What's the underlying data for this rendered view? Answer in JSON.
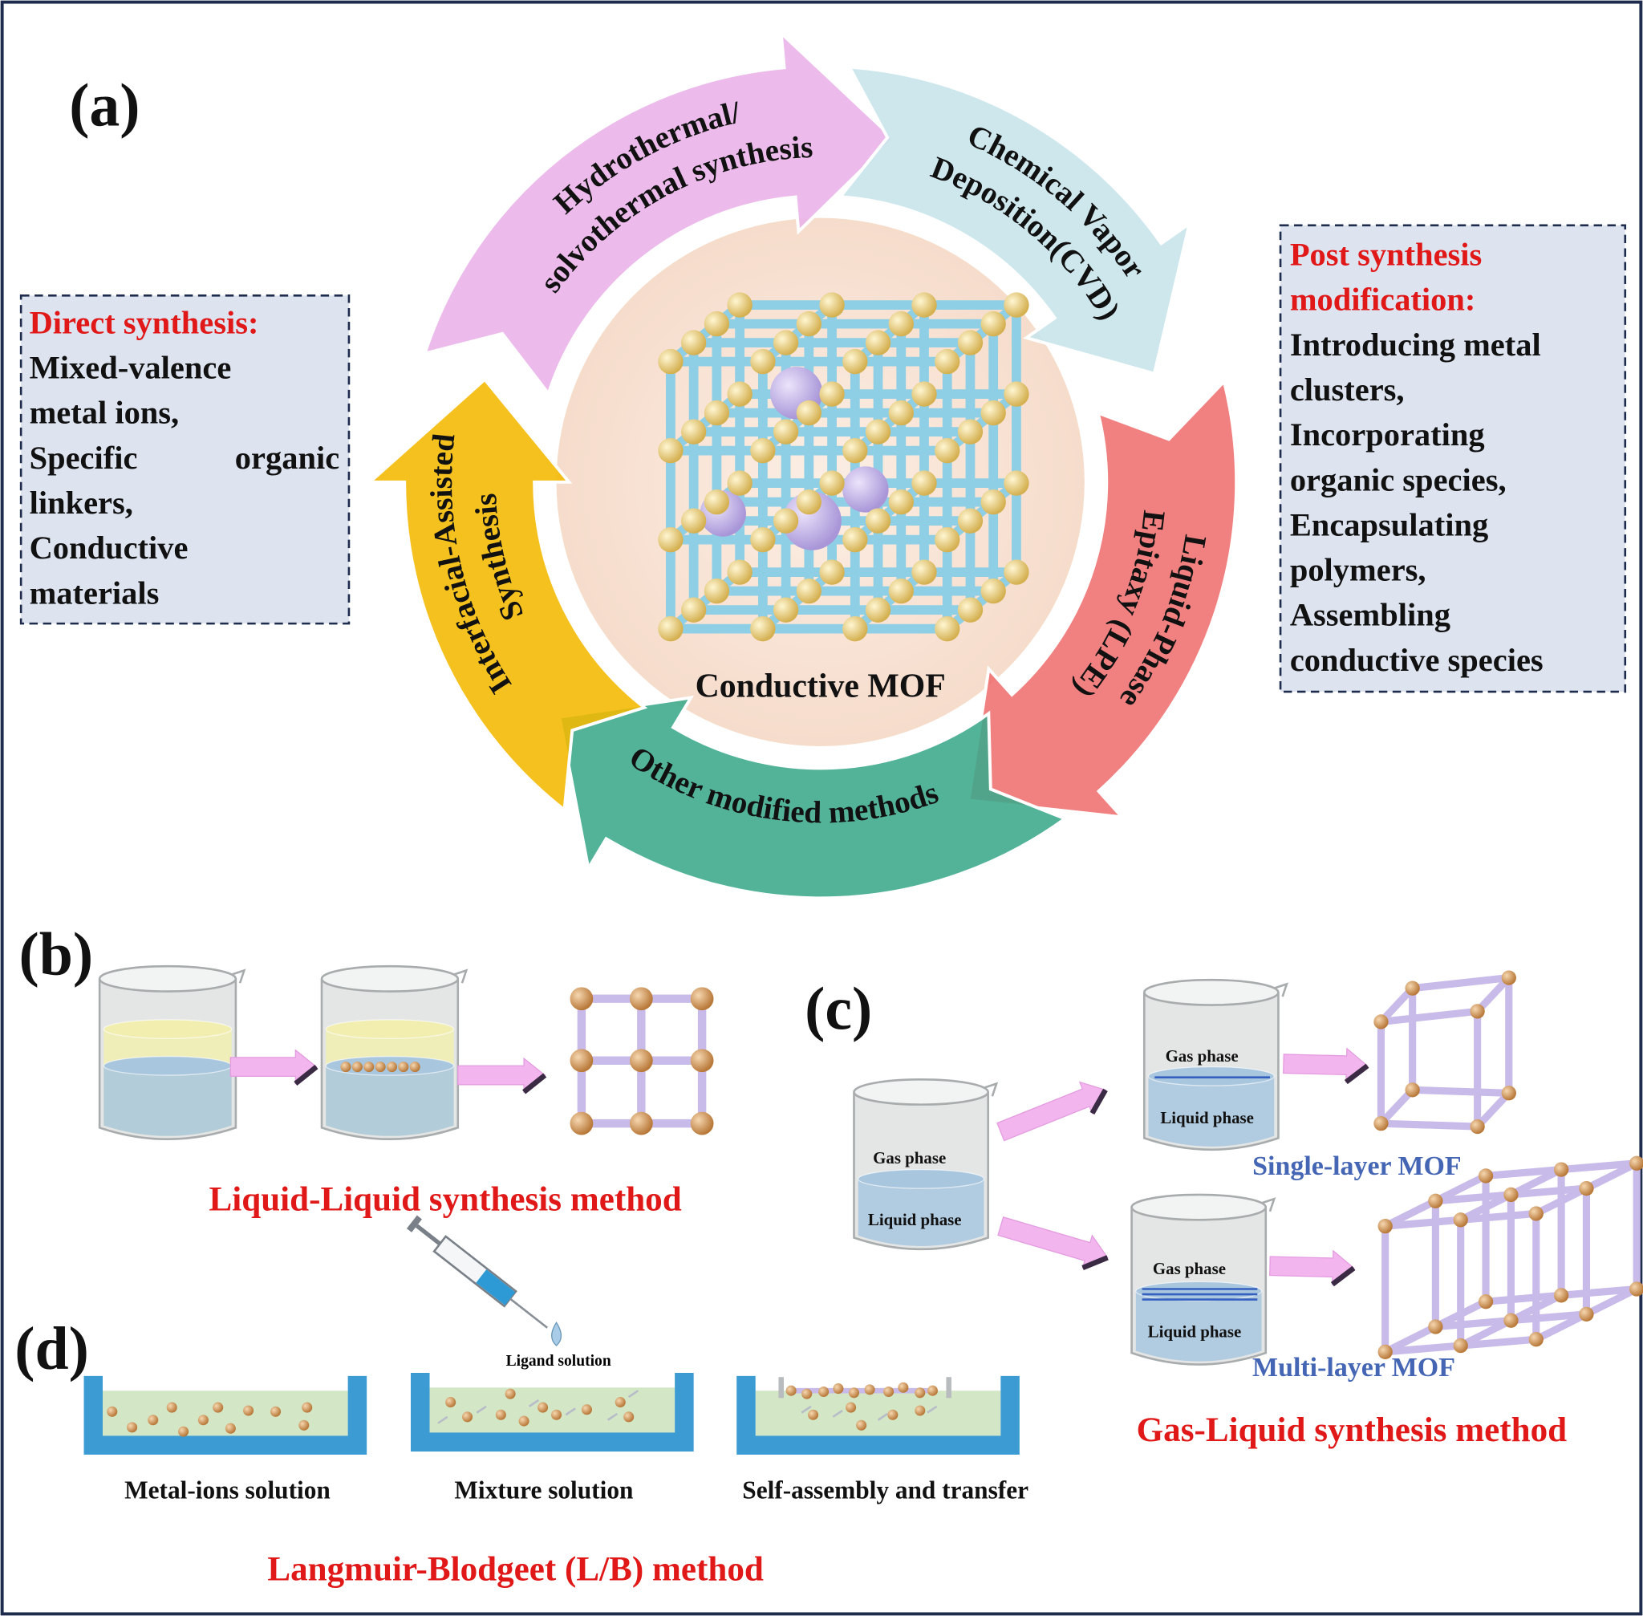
{
  "panel_labels": {
    "a": "(a)",
    "b": "(b)",
    "c": "(c)",
    "d": "(d)"
  },
  "cycle": {
    "center_label": "Conductive MOF",
    "arrows": [
      {
        "lines": [
          "Hydrothermal/",
          "solvothermal synthesis"
        ],
        "color": "#e9b2e8"
      },
      {
        "lines": [
          "Chemical Vapor",
          "Deposition(CVD)"
        ],
        "color": "#c6e4ea"
      },
      {
        "lines": [
          "Liquid-Phase",
          "Epitaxy (LPE)"
        ],
        "color": "#ef6e6e"
      },
      {
        "lines": [
          "Other modified methods"
        ],
        "color": "#3aa98a"
      },
      {
        "lines": [
          "Interfacial-Assisted",
          "Synthesis"
        ],
        "color": "#f4b800"
      }
    ]
  },
  "direct_box": {
    "title": "Direct synthesis:",
    "lines": [
      "Mixed-valence",
      "metal ions,",
      "Specific",
      "organic",
      "linkers,",
      "Conductive",
      "materials"
    ]
  },
  "post_box": {
    "title_lines": [
      "Post synthesis",
      "modification:"
    ],
    "lines": [
      "Introducing metal",
      "clusters,",
      "Incorporating",
      "organic species,",
      "Encapsulating",
      "polymers,",
      "Assembling",
      "conductive species"
    ]
  },
  "panel_b": {
    "method": "Liquid-Liquid synthesis method"
  },
  "panel_c": {
    "gas_phase": "Gas phase",
    "liquid_phase": "Liquid phase",
    "single_layer": "Single-layer MOF",
    "multi_layer": "Multi-layer MOF",
    "method": "Gas-Liquid synthesis method"
  },
  "panel_d": {
    "ligand": "Ligand solution",
    "steps": [
      "Metal-ions solution",
      "Mixture solution",
      "Self-assembly and transfer"
    ],
    "method": "Langmuir-Blodgeet (L/B) method"
  },
  "colors": {
    "frame": "#1d2b4d",
    "red_text": "#e01818",
    "blue_text": "#4466b4",
    "box_fill": "#dde3ef",
    "trough": "#3b9bd2",
    "metal_node": "#d9a060",
    "linker": "#c9bbe9"
  }
}
